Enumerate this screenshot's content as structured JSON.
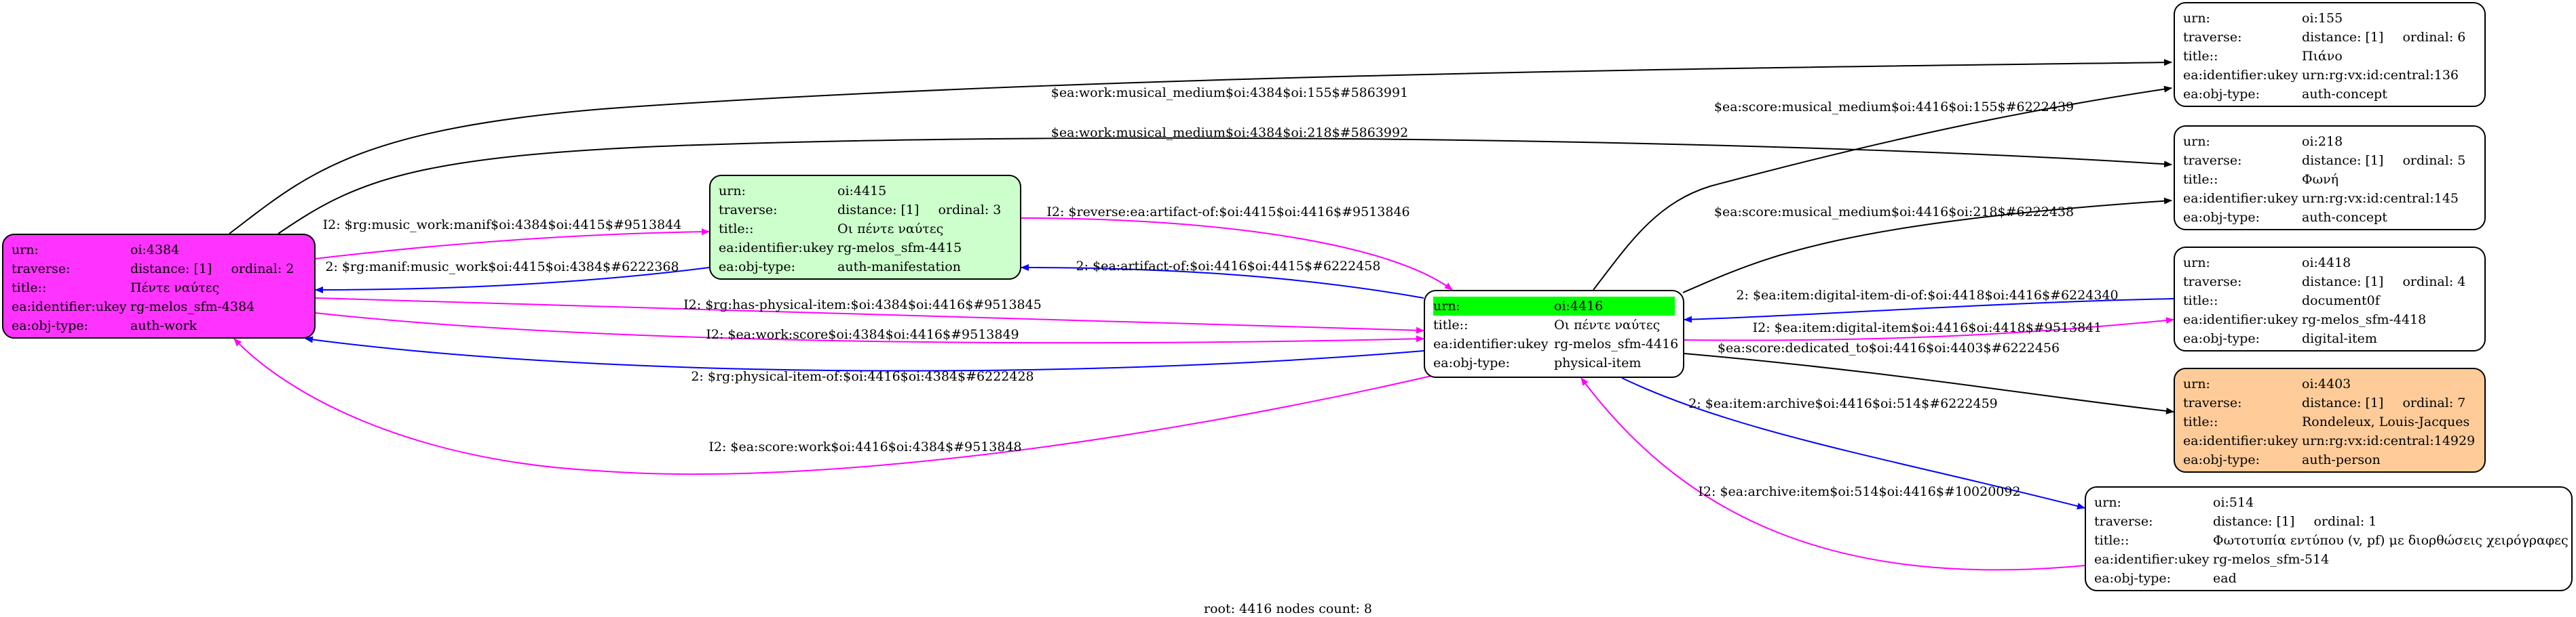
{
  "footer": "root: 4416 nodes count: 8",
  "colors": {
    "auth_work": "#ff33ff",
    "auth_manifestation": "#ccffcc",
    "auth_person": "#ffcc99",
    "root_highlight": "#00ff00",
    "edge_black": "#000000",
    "edge_blue": "#0000ff",
    "edge_magenta": "#ff00ff"
  },
  "nodes": {
    "n4384": {
      "rows": [
        {
          "k": "urn:",
          "v": "oi:4384"
        },
        {
          "k": "traverse:",
          "v": "distance: [1]",
          "extra": "ordinal: 2"
        },
        {
          "k": "title::",
          "v": "Πέντε ναύτες"
        },
        {
          "k": "ea:identifier:ukey",
          "v": "rg-melos_sfm-4384"
        },
        {
          "k": "ea:obj-type:",
          "v": "auth-work"
        }
      ]
    },
    "n4415": {
      "rows": [
        {
          "k": "urn:",
          "v": "oi:4415"
        },
        {
          "k": "traverse:",
          "v": "distance: [1]",
          "extra": "ordinal: 3"
        },
        {
          "k": "title::",
          "v": "Οι πέντε ναύτες"
        },
        {
          "k": "ea:identifier:ukey",
          "v": "rg-melos_sfm-4415"
        },
        {
          "k": "ea:obj-type:",
          "v": "auth-manifestation"
        }
      ]
    },
    "n4416": {
      "rows": [
        {
          "k": "urn:",
          "v": "oi:4416"
        },
        {
          "k": "title::",
          "v": "Οι πέντε ναύτες"
        },
        {
          "k": "ea:identifier:ukey",
          "v": "rg-melos_sfm-4416"
        },
        {
          "k": "ea:obj-type:",
          "v": "physical-item"
        }
      ]
    },
    "n155": {
      "rows": [
        {
          "k": "urn:",
          "v": "oi:155"
        },
        {
          "k": "traverse:",
          "v": "distance: [1]",
          "extra": "ordinal: 6"
        },
        {
          "k": "title::",
          "v": "Πιάνο"
        },
        {
          "k": "ea:identifier:ukey",
          "v": "urn:rg:vx:id:central:136"
        },
        {
          "k": "ea:obj-type:",
          "v": "auth-concept"
        }
      ]
    },
    "n218": {
      "rows": [
        {
          "k": "urn:",
          "v": "oi:218"
        },
        {
          "k": "traverse:",
          "v": "distance: [1]",
          "extra": "ordinal: 5"
        },
        {
          "k": "title::",
          "v": "Φωνή"
        },
        {
          "k": "ea:identifier:ukey",
          "v": "urn:rg:vx:id:central:145"
        },
        {
          "k": "ea:obj-type:",
          "v": "auth-concept"
        }
      ]
    },
    "n4418": {
      "rows": [
        {
          "k": "urn:",
          "v": "oi:4418"
        },
        {
          "k": "traverse:",
          "v": "distance: [1]",
          "extra": "ordinal: 4"
        },
        {
          "k": "title::",
          "v": "document0f"
        },
        {
          "k": "ea:identifier:ukey",
          "v": "rg-melos_sfm-4418"
        },
        {
          "k": "ea:obj-type:",
          "v": "digital-item"
        }
      ]
    },
    "n4403": {
      "rows": [
        {
          "k": "urn:",
          "v": "oi:4403"
        },
        {
          "k": "traverse:",
          "v": "distance: [1]",
          "extra": "ordinal: 7"
        },
        {
          "k": "title::",
          "v": "Rondeleux, Louis-Jacques"
        },
        {
          "k": "ea:identifier:ukey",
          "v": "urn:rg:vx:id:central:14929"
        },
        {
          "k": "ea:obj-type:",
          "v": "auth-person"
        }
      ]
    },
    "n514": {
      "rows": [
        {
          "k": "urn:",
          "v": "oi:514"
        },
        {
          "k": "traverse:",
          "v": "distance: [1]",
          "extra": "ordinal: 1"
        },
        {
          "k": "title::",
          "v": "Φωτοτυπία εντύπου (v, pf) με διορθώσεις χειρόγραφες"
        },
        {
          "k": "ea:identifier:ukey",
          "v": "rg-melos_sfm-514"
        },
        {
          "k": "ea:obj-type:",
          "v": "ead"
        }
      ]
    }
  },
  "edge_labels": [
    "$ea:work:musical_medium$oi:4384$oi:155$#5863991",
    "$ea:work:musical_medium$oi:4384$oi:218$#5863992",
    "I2: $rg:music_work:manif$oi:4384$oi:4415$#9513844",
    "2: $rg:manif:music_work$oi:4415$oi:4384$#6222368",
    "I2: $reverse:ea:artifact-of:$oi:4415$oi:4416$#9513846",
    "2: $ea:artifact-of:$oi:4416$oi:4415$#6222458",
    "I2: $rg:has-physical-item:$oi:4384$oi:4416$#9513845",
    "I2: $ea:work:score$oi:4384$oi:4416$#9513849",
    "2: $rg:physical-item-of:$oi:4416$oi:4384$#6222428",
    "I2: $ea:score:work$oi:4416$oi:4384$#9513848",
    "$ea:score:musical_medium$oi:4416$oi:155$#6222439",
    "$ea:score:musical_medium$oi:4416$oi:218$#6222438",
    "2: $ea:item:digital-item-di-of:$oi:4418$oi:4416$#6224340",
    "I2: $ea:item:digital-item$oi:4416$oi:4418$#9513841",
    "$ea:score:dedicated_to$oi:4416$oi:4403$#6222456",
    "2: $ea:item:archive$oi:4416$oi:514$#6222459",
    "I2: $ea:archive:item$oi:514$oi:4416$#10020092"
  ]
}
